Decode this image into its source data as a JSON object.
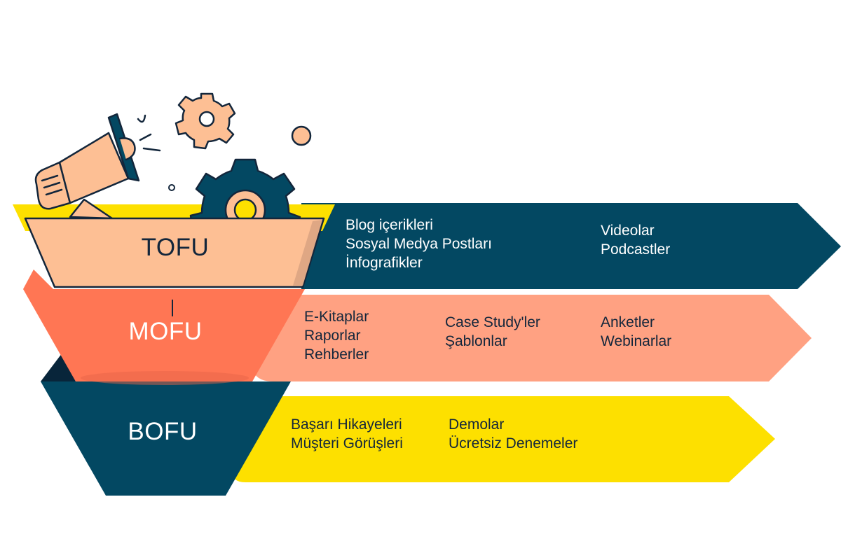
{
  "colors": {
    "navy": "#034862",
    "coral": "#ff7654",
    "salmon": "#ffa182",
    "peach": "#fdbf94",
    "yellow": "#fde000",
    "text_dark": "#13263b",
    "text_light": "#ffffff"
  },
  "stages": [
    {
      "id": "tofu",
      "label": "TOFU",
      "columns": [
        [
          "Blog içerikleri",
          "Sosyal Medya Postları",
          "İnfografikler"
        ],
        [
          "Videolar",
          "Podcastler"
        ]
      ]
    },
    {
      "id": "mofu",
      "label": "MOFU",
      "columns": [
        [
          "E-Kitaplar",
          "Raporlar",
          "Rehberler"
        ],
        [
          "Case Study'ler",
          "Şablonlar"
        ],
        [
          "Anketler",
          "Webinarlar"
        ]
      ]
    },
    {
      "id": "bofu",
      "label": "BOFU",
      "columns": [
        [
          "Başarı Hikayeleri",
          "Müşteri Görüşleri"
        ],
        [
          "Demolar",
          "Ücretsiz Denemeler"
        ]
      ]
    }
  ],
  "illustration": {
    "icons": [
      "megaphone-icon",
      "gear-icon",
      "gear-icon",
      "bubble-icon"
    ]
  }
}
